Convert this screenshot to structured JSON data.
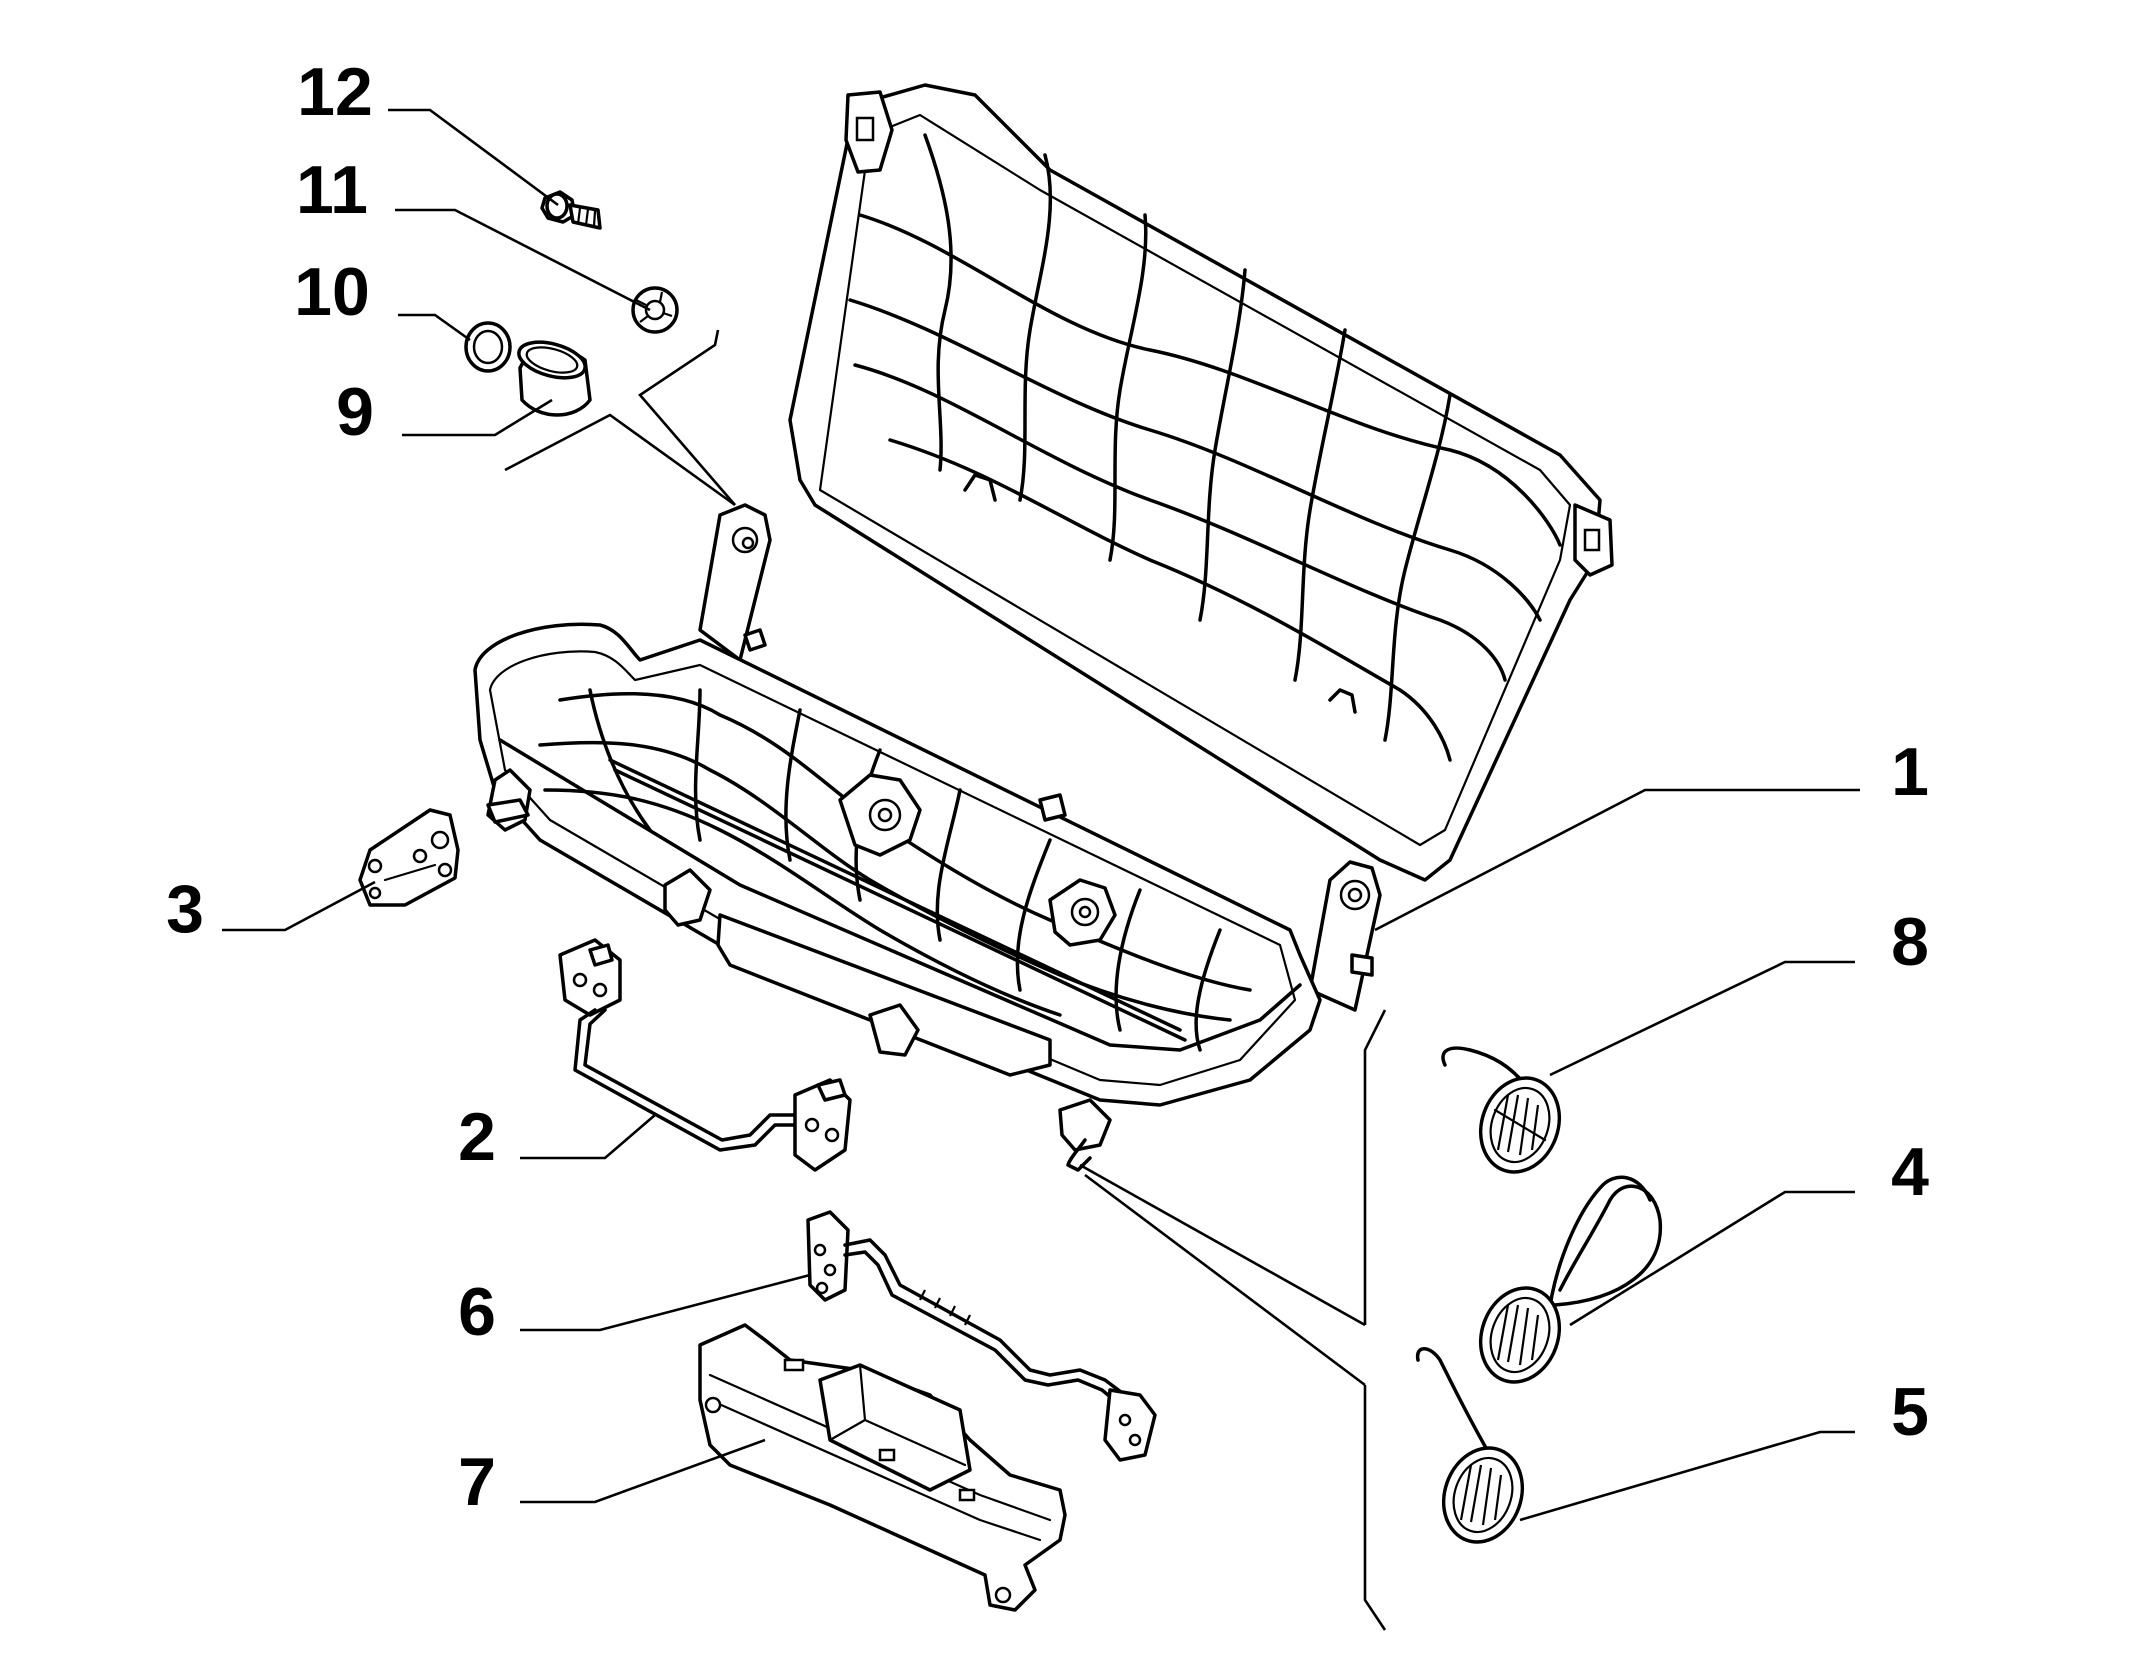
{
  "diagram": {
    "style": "exploded-parts-line-drawing",
    "background_color": "#ffffff",
    "line_color": "#000000",
    "callouts": [
      {
        "id": "callout-1",
        "label": "1",
        "part": "seat-frame-assembly"
      },
      {
        "id": "callout-2",
        "label": "2",
        "part": "front-wire-bracket"
      },
      {
        "id": "callout-3",
        "label": "3",
        "part": "hinge-plate"
      },
      {
        "id": "callout-4",
        "label": "4",
        "part": "torsion-spring-large"
      },
      {
        "id": "callout-5",
        "label": "5",
        "part": "torsion-spring-medium"
      },
      {
        "id": "callout-6",
        "label": "6",
        "part": "release-rod-bracket"
      },
      {
        "id": "callout-7",
        "label": "7",
        "part": "mounting-rail"
      },
      {
        "id": "callout-8",
        "label": "8",
        "part": "torsion-spring-small"
      },
      {
        "id": "callout-9",
        "label": "9",
        "part": "bushing"
      },
      {
        "id": "callout-10",
        "label": "10",
        "part": "ring-washer"
      },
      {
        "id": "callout-11",
        "label": "11",
        "part": "lock-washer"
      },
      {
        "id": "callout-12",
        "label": "12",
        "part": "bolt"
      }
    ]
  }
}
